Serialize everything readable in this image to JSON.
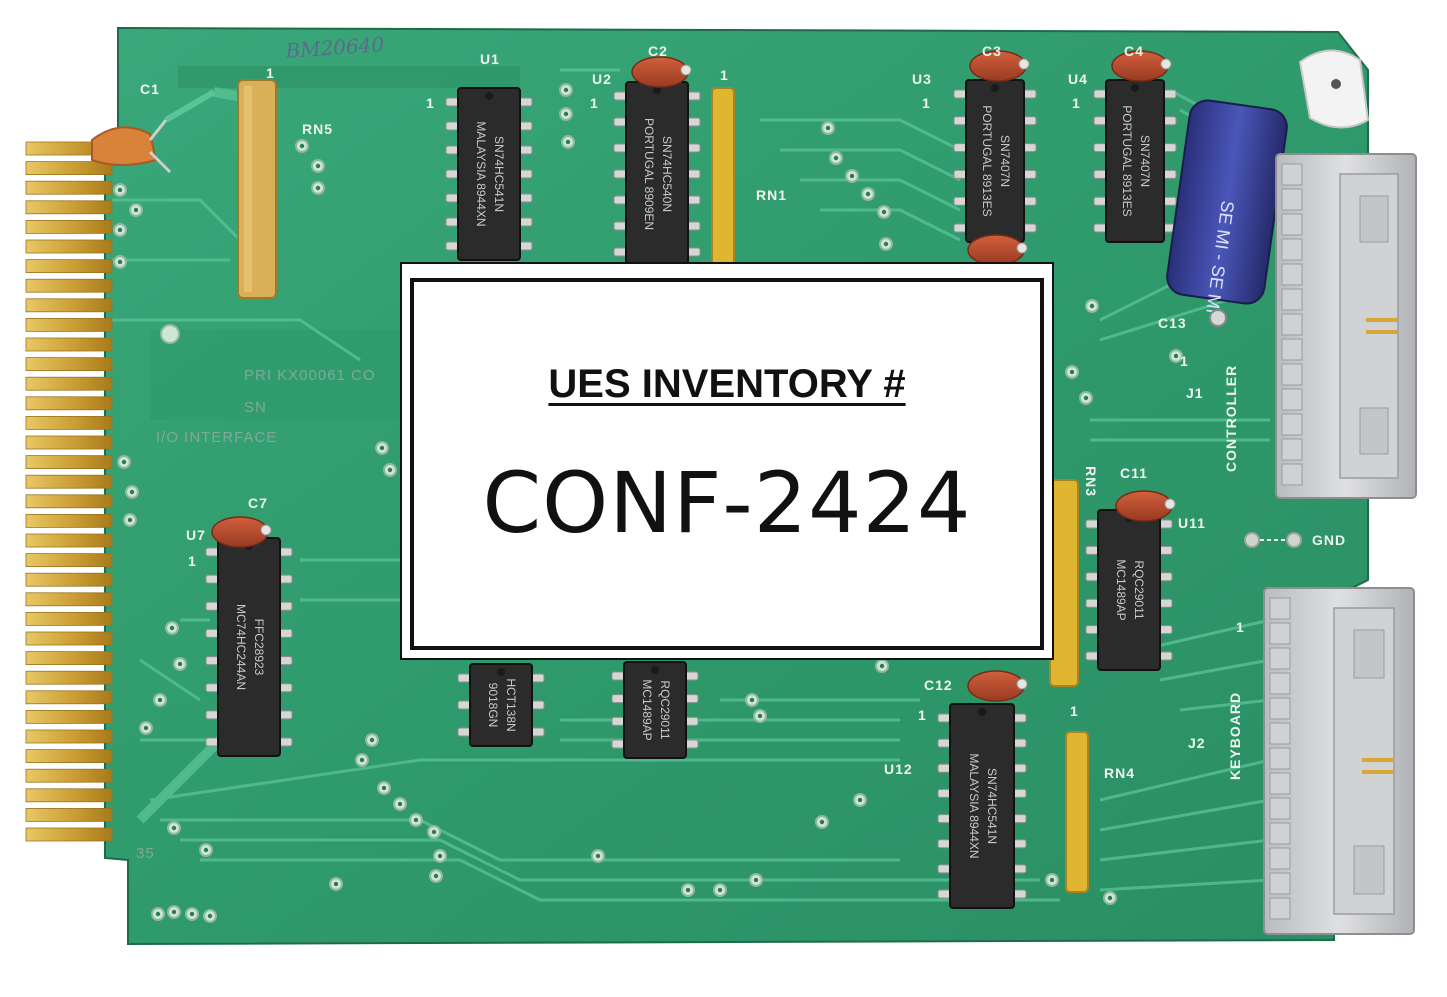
{
  "colors": {
    "board": "#33a073",
    "board_dark": "#1f7a55",
    "trace": "#4fb98a",
    "gold": "#d6b04a",
    "chip": "#2a2a2a",
    "capacitor": "#b4472c",
    "connector": "#c9cbcd"
  },
  "inventory_tag": {
    "heading": "UES INVENTORY #",
    "number": "CONF-2424"
  },
  "silkscreen": {
    "board_text": [
      "PRI KX00061 CO",
      "SN",
      "I/O INTERFACE"
    ],
    "designators": {
      "c1": "C1",
      "c2": "C2",
      "c3": "C3",
      "c4": "C4",
      "c7": "C7",
      "c11": "C11",
      "c12": "C12",
      "c13": "C13",
      "u1": "U1",
      "u2": "U2",
      "u3": "U3",
      "u4": "U4",
      "u7": "U7",
      "u11": "U11",
      "u12": "U12",
      "rn1": "RN1",
      "rn3": "RN3",
      "rn4": "RN4",
      "rn5": "RN5",
      "j1": "J1",
      "j2": "J2",
      "controller": "CONTROLLER",
      "keyboard": "KEYBOARD",
      "gnd": "GND",
      "pin_one": "1",
      "edge_35": "35"
    },
    "handwritten": "BM20640"
  },
  "chips": {
    "u1": [
      "MALAYSIA  8944XN",
      "SN74HC541N"
    ],
    "u2": [
      "PORTUGAL 8909EN",
      "SN74HC540N"
    ],
    "u3": [
      "PORTUGAL 8913ES",
      "SN7407N"
    ],
    "u4": [
      "PORTUGAL 8913ES",
      "SN7407N"
    ],
    "u7": [
      "MC74HC244AN",
      "FFC28923"
    ],
    "u11": [
      "MC1489AP",
      "RQC29011"
    ],
    "u12": [
      "MALAYSIA  8944XN",
      "SN74HC541N"
    ],
    "lower_mid_left": [
      "9018GN",
      "HCT138N"
    ],
    "lower_mid_right": [
      "MC1489AP",
      "RQC29011"
    ]
  }
}
